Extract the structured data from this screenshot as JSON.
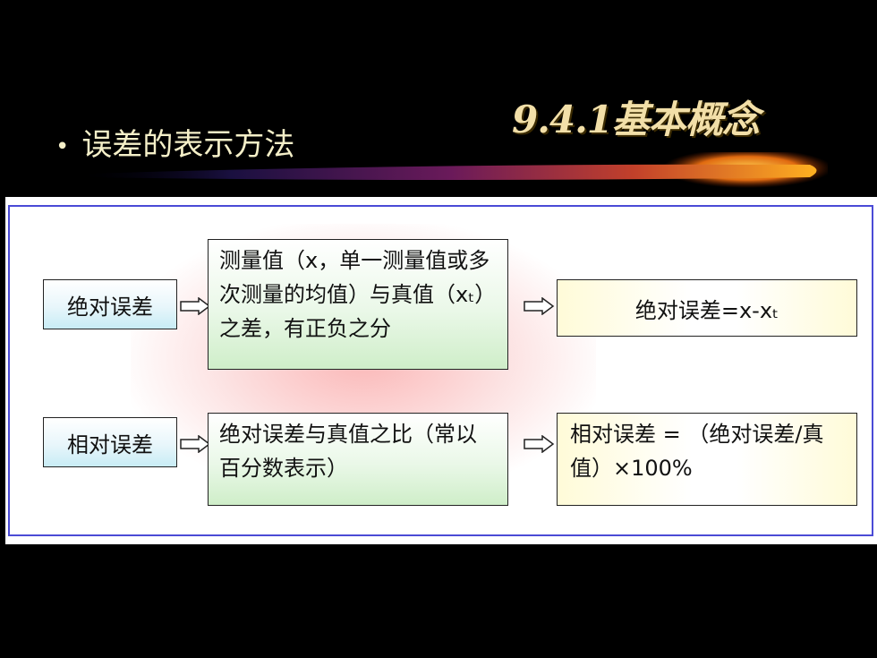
{
  "header": {
    "section_title": "9.4.1基本概念",
    "bullet_text": "误差的表示方法"
  },
  "diagram": {
    "rows": [
      {
        "label": "绝对误差",
        "description": [
          "测量值（x，单一测量值或多",
          "次测量的均值）与真值（xₜ）",
          "之差，有正负之分"
        ],
        "result": "绝对误差=x-xₜ"
      },
      {
        "label": "相对误差",
        "description": [
          "绝对误差与真值之比（常以",
          "百分数表示）"
        ],
        "result": [
          "相对误差 = （绝对误差/真",
          "值）×100%"
        ]
      }
    ]
  },
  "colors": {
    "background": "#000000",
    "title": "#f2dfa8",
    "bullet": "#f4efc8",
    "frame": "#4b4bd6"
  }
}
